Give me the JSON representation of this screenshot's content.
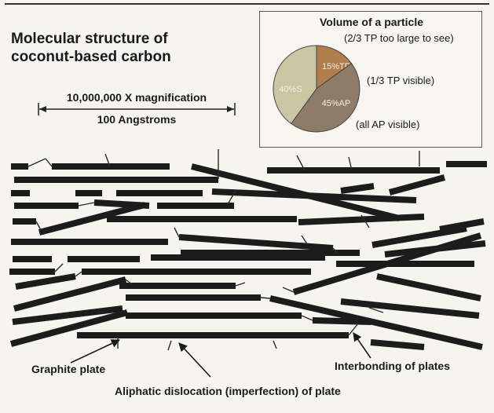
{
  "title": {
    "line1": "Molecular structure of",
    "line2": "coconut-based carbon"
  },
  "scale": {
    "magnification": "10,000,000 X magnification",
    "length": "100 Angstroms"
  },
  "inset": {
    "title": "Volume of a particle",
    "slices": [
      {
        "label": "15%TP",
        "value": 15,
        "color": "#b07d4c"
      },
      {
        "label": "45%AP",
        "value": 45,
        "color": "#8e7c68"
      },
      {
        "label": "40%S",
        "value": 40,
        "color": "#c9c6a4"
      }
    ],
    "notes": {
      "tp_large": "(2/3 TP too large to see)",
      "tp_visible": "(1/3 TP visible)",
      "ap_visible": "(all AP visible)"
    }
  },
  "callouts": {
    "graphite": "Graphite plate",
    "interbonding": "Interbonding of plates",
    "aliphatic": "Aliphatic dislocation (imperfection) of plate"
  }
}
